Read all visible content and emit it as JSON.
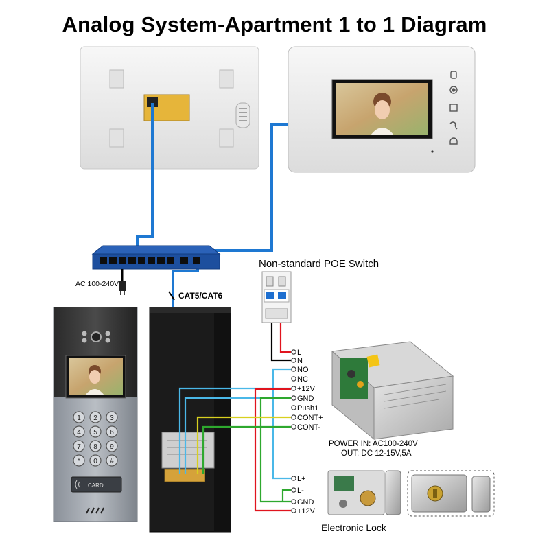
{
  "title": "Analog System-Apartment 1 to 1 Diagram",
  "labels": {
    "ac_input": "AC 100-240V",
    "cable": "CAT5/CAT6",
    "poe_switch": "Non-standard POE Switch",
    "power_in": "POWER  IN: AC100-240V",
    "power_out": "OUT: DC 12-15V,5A",
    "electronic_lock": "Electronic Lock",
    "card": "CARD"
  },
  "power_terminals": [
    "L",
    "N",
    "NO",
    "NC",
    "+12V",
    "GND",
    "Push1",
    "CONT+",
    "CONT-"
  ],
  "lock_terminals": [
    "L+",
    "L-",
    "GND",
    "+12V"
  ],
  "keypad_keys": [
    "1",
    "2",
    "3",
    "4",
    "5",
    "6",
    "7",
    "8",
    "9",
    "*",
    "0",
    "#"
  ],
  "colors": {
    "cable_blue": "#1e78d2",
    "light_blue": "#4ab8e8",
    "red": "#e0141e",
    "green": "#2ea82e",
    "yellow": "#d8d020",
    "black": "#000000",
    "switch_body": "#1d4f9e"
  }
}
